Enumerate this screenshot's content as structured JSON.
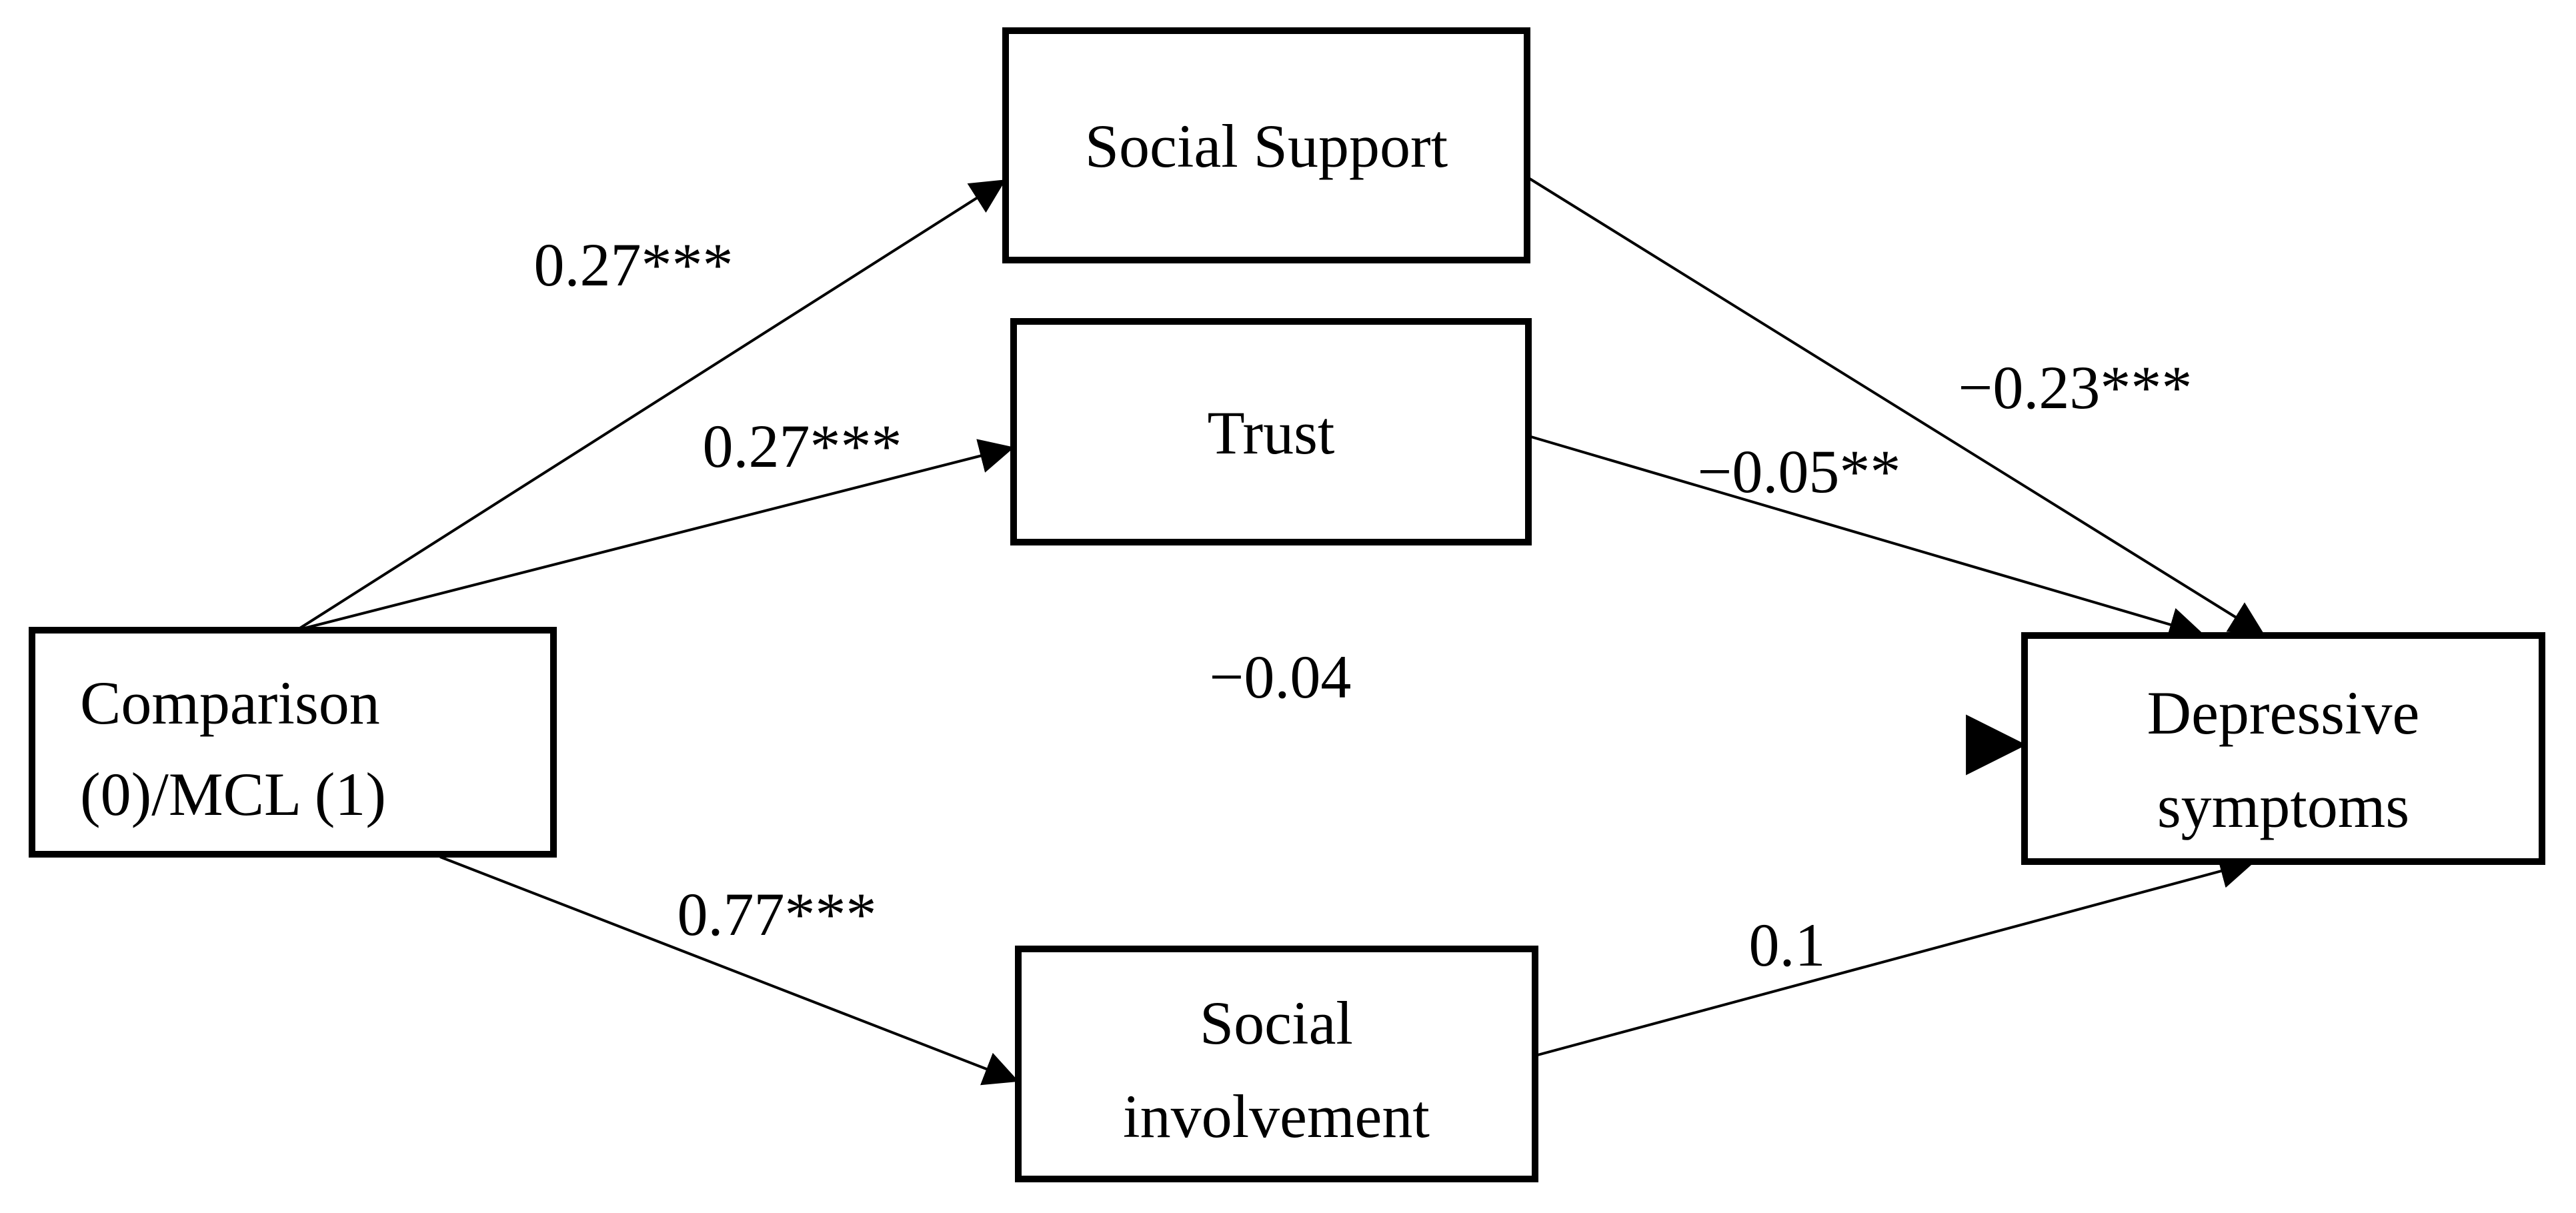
{
  "figure": {
    "type": "path-diagram",
    "background": "#ffffff",
    "colors": {
      "box_border": "#000000",
      "arrow": "#000000",
      "direct_arrow_gray": "#787878",
      "text": "#000000"
    },
    "nodes": {
      "comparison": {
        "lines": [
          "Comparison",
          "(0)/MCL (1)"
        ]
      },
      "social_support": {
        "label": "Social Support"
      },
      "trust": {
        "label": "Trust"
      },
      "social_involvement": {
        "lines": [
          "Social",
          "involvement"
        ]
      },
      "depressive_symptoms": {
        "lines": [
          "Depressive",
          "symptoms"
        ]
      }
    },
    "edges": {
      "comparison_to_social_support": {
        "coefficient": "0.27***"
      },
      "comparison_to_trust": {
        "coefficient": "0.27***"
      },
      "comparison_to_depressive": {
        "coefficient": "−0.04"
      },
      "comparison_to_social_involvement": {
        "coefficient": "0.77***"
      },
      "social_support_to_depressive": {
        "coefficient": "−0.23***"
      },
      "trust_to_depressive": {
        "coefficient": "−0.05**"
      },
      "social_involvement_to_depressive": {
        "coefficient": "0.1"
      }
    }
  }
}
